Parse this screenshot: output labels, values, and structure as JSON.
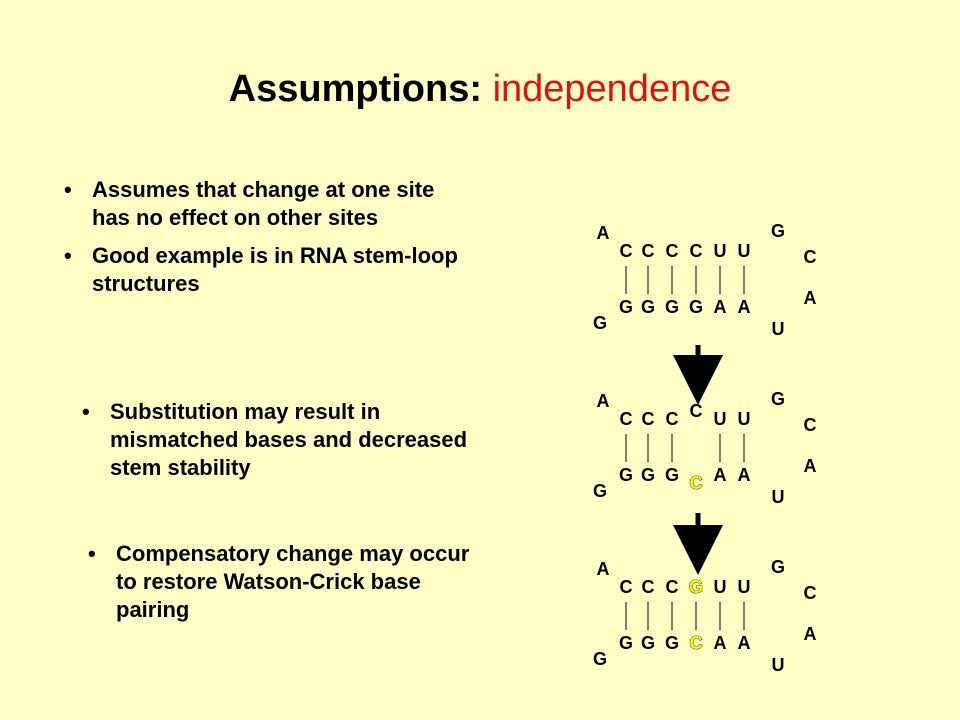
{
  "slide": {
    "title": {
      "main": "Assumptions",
      "separator": ": ",
      "accent": "independence"
    },
    "bullets_top": [
      "Assumes that change at one site has no effect on other sites",
      "Good example is in RNA stem-loop structures"
    ],
    "bullets_middle": [
      "Substitution may result in mismatched bases and decreased stem stability"
    ],
    "bullets_bottom": [
      "Compensatory change may occur to restore Watson-Crick base pairing"
    ],
    "colors": {
      "background": "#FFFFC6",
      "accent": "#E01010",
      "highlight": "#FFFF00",
      "arrow": "#000000"
    },
    "stem_loops": [
      {
        "top_strand": [
          "C",
          "C",
          "C",
          "C",
          "U",
          "U"
        ],
        "bottom_strand": [
          "G",
          "G",
          "G",
          "G",
          "A",
          "A"
        ],
        "paired": [
          true,
          true,
          true,
          true,
          true,
          true
        ],
        "highlighted_top": [],
        "highlighted_bottom": [],
        "left_loop": [
          "A",
          "G"
        ],
        "right_loop": [
          "G",
          "C",
          "A",
          "U"
        ]
      },
      {
        "top_strand": [
          "C",
          "C",
          "C",
          "C",
          "U",
          "U"
        ],
        "bottom_strand": [
          "G",
          "G",
          "G",
          "C",
          "A",
          "A"
        ],
        "paired": [
          true,
          true,
          true,
          false,
          true,
          true
        ],
        "highlighted_top": [],
        "highlighted_bottom": [
          3
        ],
        "left_loop": [
          "A",
          "G"
        ],
        "right_loop": [
          "G",
          "C",
          "A",
          "U"
        ]
      },
      {
        "top_strand": [
          "C",
          "C",
          "C",
          "G",
          "U",
          "U"
        ],
        "bottom_strand": [
          "G",
          "G",
          "G",
          "C",
          "A",
          "A"
        ],
        "paired": [
          true,
          true,
          true,
          true,
          true,
          true
        ],
        "highlighted_top": [
          3
        ],
        "highlighted_bottom": [
          3
        ],
        "left_loop": [
          "A",
          "G"
        ],
        "right_loop": [
          "G",
          "C",
          "A",
          "U"
        ]
      }
    ]
  }
}
